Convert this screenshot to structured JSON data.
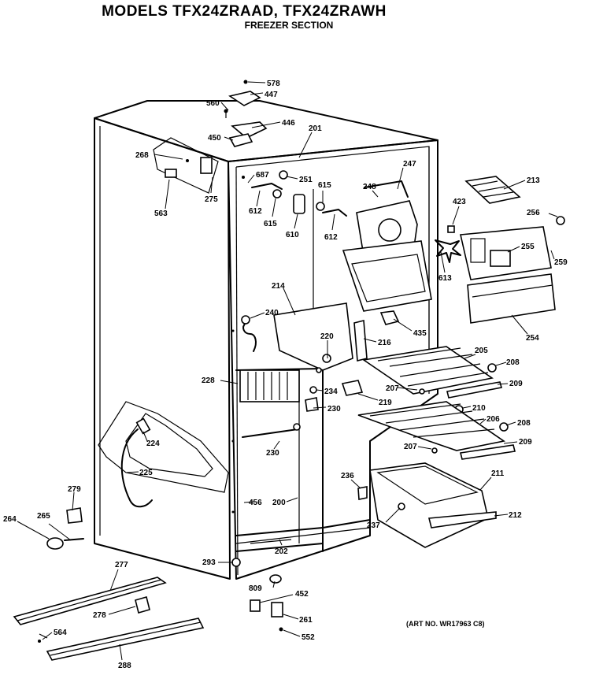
{
  "header": {
    "title": "MODELS TFX24ZRAAD, TFX24ZRAWH",
    "subtitle": "FREEZER SECTION"
  },
  "footer": {
    "art_no": "(ART NO. WR17963 C8)"
  },
  "labels": {
    "p578": "578",
    "p447": "447",
    "p560": "560",
    "p446": "446",
    "p450": "450",
    "p201": "201",
    "p268": "268",
    "p687": "687",
    "p251": "251",
    "p615a": "615",
    "p248": "248",
    "p247": "247",
    "p213": "213",
    "p275": "275",
    "p563": "563",
    "p612a": "612",
    "p615b": "615",
    "p610": "610",
    "p612b": "612",
    "p423": "423",
    "p256": "256",
    "p255": "255",
    "p259": "259",
    "p613": "613",
    "p214": "214",
    "p240": "240",
    "p435": "435",
    "p254": "254",
    "p220": "220",
    "p216": "216",
    "p205": "205",
    "p208a": "208",
    "p228": "228",
    "p234": "234",
    "p207a": "207",
    "p209a": "209",
    "p219": "219",
    "p230a": "230",
    "p210": "210",
    "p206": "206",
    "p208b": "208",
    "p224": "224",
    "p230b": "230",
    "p207b": "207",
    "p209b": "209",
    "p225": "225",
    "p236": "236",
    "p211": "211",
    "p279": "279",
    "p456": "456",
    "p200": "200",
    "p264": "264",
    "p265": "265",
    "p237": "237",
    "p212": "212",
    "p202": "202",
    "p293": "293",
    "p277": "277",
    "p809": "809",
    "p452": "452",
    "p278": "278",
    "p261": "261",
    "p564": "564",
    "p552": "552",
    "p288": "288"
  }
}
